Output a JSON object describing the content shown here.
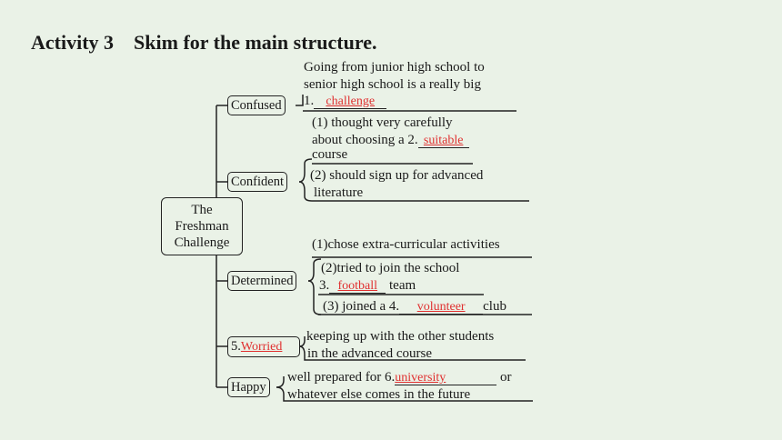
{
  "title": "Activity 3    Skim for the main structure.",
  "root": {
    "line1": "The",
    "line2": "Freshman",
    "line3": "Challenge"
  },
  "branches": {
    "confused": "Confused",
    "confident": "Confident",
    "determined": "Determined",
    "worried_prefix": "5.",
    "worried_answer": "Worried",
    "happy": "Happy"
  },
  "texts": {
    "c1_line1": "Going from junior high school to",
    "c1_line2": "senior high school is a really big",
    "c1_num": "1.",
    "c1_answer": "challenge",
    "cf1_line1": "(1) thought very carefully",
    "cf1_line2_prefix": "about choosing a 2.",
    "cf1_answer": "suitable",
    "cf1_line3": "course",
    "cf2_line1": "(2) should sign up for advanced",
    "cf2_line2": "literature",
    "d1": "(1)chose extra-curricular activities",
    "d2_line1": "(2)tried to join the school",
    "d2_num": "3.",
    "d2_answer": "football",
    "d2_suffix": "team",
    "d3_prefix": "(3) joined a 4.",
    "d3_answer": "volunteer",
    "d3_suffix": "club",
    "w_line1": "keeping up with the other students",
    "w_line2": "in the advanced course",
    "h_prefix": "well prepared for 6.",
    "h_answer": "university",
    "h_suffix": "or",
    "h_line2": "whatever else comes in the future"
  }
}
